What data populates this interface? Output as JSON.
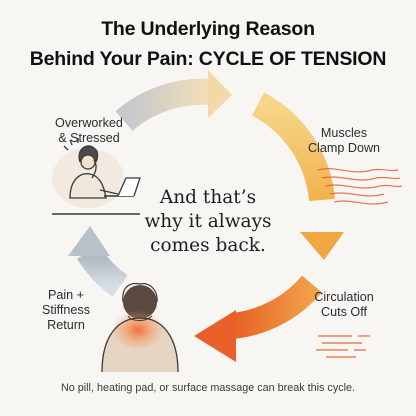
{
  "title": {
    "line1": "The Underlying Reason",
    "line2": "Behind Your Pain: CYCLE OF TENSION"
  },
  "cycle": {
    "steps": [
      {
        "label": "Overworked\n& Stressed",
        "icon": "stressed-person-at-laptop",
        "color": "#b9c0c8"
      },
      {
        "label": "Muscles\nClamp Down",
        "icon": "tension-lines",
        "color": "#f1c15e"
      },
      {
        "label": "Circulation\nCuts Off",
        "icon": "circulation-streaks",
        "color": "#ef8a3a"
      },
      {
        "label": "Pain +\nStiffness\nReturn",
        "icon": "neck-pain-person",
        "color": "#e66a2c"
      }
    ],
    "center_text": "And that’s\nwhy it always\ncomes back."
  },
  "footer": "No pill, heating pad, or surface massage can break this cycle."
}
